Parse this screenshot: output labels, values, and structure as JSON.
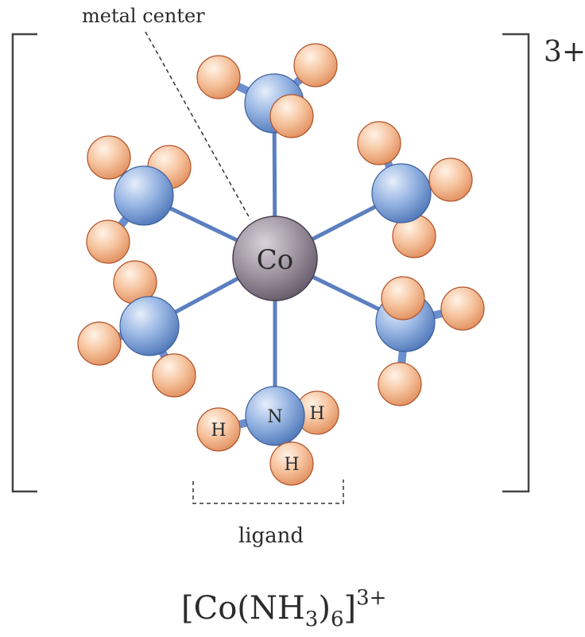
{
  "labels": {
    "metal_center": "metal center",
    "ligand": "ligand",
    "charge": "3+",
    "central_atom": "Co",
    "ligand_atom": "N",
    "hydrogen": "H"
  },
  "formula": {
    "open": "[Co(NH",
    "sub3": "3",
    "close_paren": ")",
    "sub6": "6",
    "close_bracket": "]",
    "charge": "3+"
  },
  "colors": {
    "cobalt": "#8a7f8c",
    "nitrogen": "#7fa3d8",
    "hydrogen": "#f2b48a",
    "bond": "#5b7fc0"
  }
}
